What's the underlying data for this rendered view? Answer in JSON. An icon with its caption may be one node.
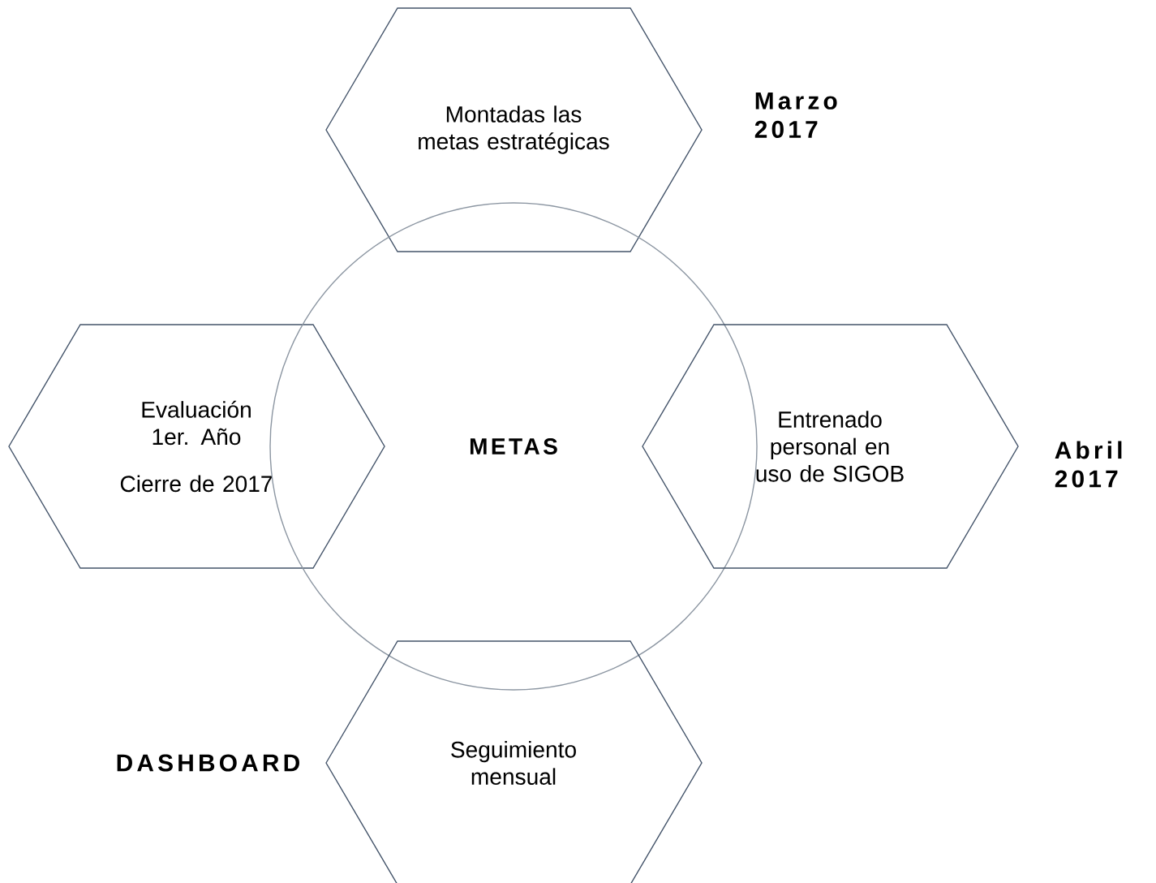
{
  "diagram": {
    "nodes": [
      {
        "text": [
          "Montadas las metas estratégicas"
        ],
        "beside": [
          "Marzo 2017"
        ]
      },
      {
        "text": [
          "Evaluación 1er. Año",
          "Cierre de 2017"
        ]
      },
      {
        "text": [
          "METAS"
        ]
      },
      {
        "text": [
          "Entrenado personal en uso de SIGOB"
        ],
        "beside": [
          "Abril 2017"
        ]
      },
      {
        "text": [
          "Seguimiento mensual"
        ],
        "beside": [
          "DASHBOARD"
        ]
      }
    ]
  }
}
